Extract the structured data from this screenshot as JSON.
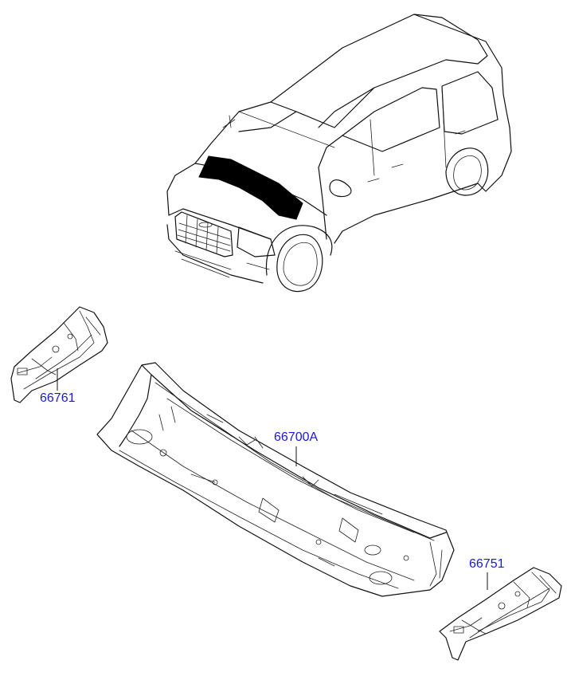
{
  "parts": [
    {
      "id": "66761",
      "label": "66761"
    },
    {
      "id": "66700A",
      "label": "66700A"
    },
    {
      "id": "66751",
      "label": "66751"
    }
  ],
  "colors": {
    "label": "#1a1ad6",
    "line": "#111111",
    "highlight": "#000000",
    "background": "#ffffff"
  }
}
